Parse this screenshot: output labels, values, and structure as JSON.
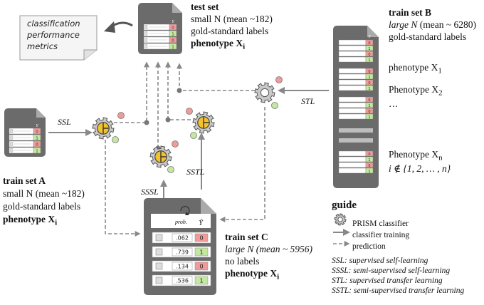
{
  "note": {
    "lines": [
      "classification",
      "performance",
      "metrics"
    ]
  },
  "test_set": {
    "title": "test set",
    "line1": "small N (mean ~182)",
    "line2": "gold-standard labels",
    "pheno": "phenotype X",
    "sub": "i"
  },
  "train_a": {
    "title": "train set A",
    "line1": "small N (mean ~182)",
    "line2": "gold-standard labels",
    "pheno": "phenotype X",
    "sub": "i"
  },
  "train_b": {
    "title": "train set B",
    "line1_italic": "large N",
    "line1_rest": " (mean ~ 6280)",
    "line2": "gold-standard labels",
    "p1": "phenotype X",
    "p1_sub": "1",
    "p2": "Phenotype X",
    "p2_sub": "2",
    "ellipsis": "…",
    "pn": "Phenotype X",
    "pn_sub": "n",
    "set_expr": "i ∉ {1, 2, … , n}"
  },
  "train_c": {
    "title": "train set C",
    "line1": "large N (mean ~ 5956)",
    "line2": "no labels",
    "pheno": "phenotype X",
    "sub": "i",
    "prob_header": "prob.",
    "yhat_header": "Ŷ",
    "rows": [
      {
        "prob": ".062",
        "label": "0"
      },
      {
        "prob": ".739",
        "label": "1"
      },
      {
        "prob": ".134",
        "label": "0"
      },
      {
        "prob": ".536",
        "label": "1"
      }
    ]
  },
  "arrows": {
    "ssl": "SSL",
    "stl": "STL",
    "sssl": "SSSL",
    "sstl": "SSTL"
  },
  "doc_small": {
    "y_header": "Y",
    "labels": [
      "0",
      "1",
      "0",
      "1"
    ]
  },
  "guide": {
    "title": "guide",
    "items": [
      {
        "icon": "gear-icon",
        "text": "PRISM classifier"
      },
      {
        "icon": "solid-arrow-icon",
        "text": "classifier training"
      },
      {
        "icon": "dashed-arrow-icon",
        "text": "prediction"
      }
    ],
    "abbr": [
      "SSL: supervised self-learning",
      "SSSL: semi-supervised self-learning",
      "STL: supervised transfer learning",
      "SSTL: semi-supervised transfer learning"
    ]
  },
  "colors": {
    "doc_fill": "#6b6b6b",
    "gear_fill": "#c9c9c9",
    "gear_core": "#f2c230",
    "red": "#f09a9a",
    "green": "#c4e8a0",
    "arrow": "#888888"
  }
}
